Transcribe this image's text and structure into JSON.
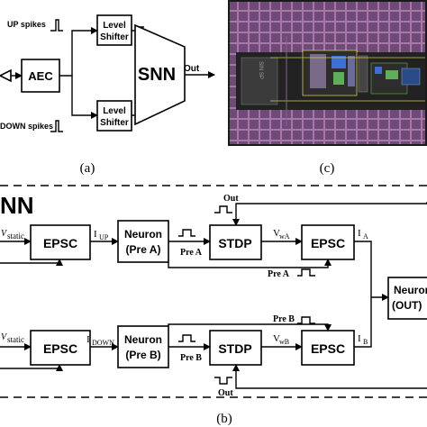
{
  "panel_a": {
    "up_spikes": "UP spikes",
    "down_spikes": "DOWN spikes",
    "aec": "AEC",
    "level_shifter_top_line1": "Level",
    "level_shifter_top_line2": "Shifter",
    "level_shifter_bottom_line1": "Level",
    "level_shifter_bottom_line2": "Shifter",
    "snn": "SNN",
    "out": "Out",
    "caption": "(a)"
  },
  "panel_c": {
    "chip_label": "SIN SP",
    "caption": "(c)"
  },
  "panel_b": {
    "title": "NN",
    "v_static_top": "static",
    "v_static_bottom": "static",
    "epsc_upstream_top": "EPSC",
    "epsc_upstream_bottom": "EPSC",
    "i_up_main": "I",
    "i_up_sub": "UP",
    "i_down_main": "I",
    "i_down_sub": "DOWN",
    "neuron_a_line1": "Neuron",
    "neuron_a_line2": "(Pre A)",
    "neuron_b_line1": "Neuron",
    "neuron_b_line2": "(Pre B)",
    "pre_a_label": "Pre A",
    "pre_b_label": "Pre B",
    "stdp_top": "STDP",
    "stdp_bottom": "STDP",
    "out_top": "Out",
    "out_bottom": "Out",
    "vwa_main": "V",
    "vwa_sub": "wA",
    "vwb_main": "V",
    "vwb_sub": "wB",
    "epsc_downstream_top": "EPSC",
    "epsc_downstream_bottom": "EPSC",
    "ia_main": "I",
    "ia_sub": "A",
    "ib_main": "I",
    "ib_sub": "B",
    "pre_a_feedback": "Pre A",
    "pre_b_feedback": "Pre B",
    "output_neuron_line1": "Neuron",
    "output_neuron_line2": "(OUT)",
    "caption": "(b)"
  },
  "colors": {
    "chip_background": "#1a1a1a",
    "chip_grid": "#8a5f8e",
    "chip_cell": "#6f4a78",
    "chip_highlight": "#3e6fd8",
    "chip_yellow": "#d6c84a",
    "chip_green": "#5fae5a"
  }
}
